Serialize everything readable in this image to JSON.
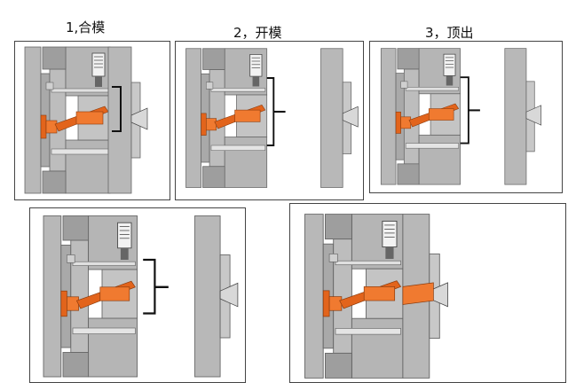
{
  "captions": {
    "step1": "1,合模",
    "step2": "2，开模",
    "step3": "3，顶出"
  },
  "colors": {
    "mold_gray": "#b8b8b8",
    "mold_dark": "#8a8a8a",
    "lifter_orange": "#e2641c",
    "outline": "#444444"
  }
}
